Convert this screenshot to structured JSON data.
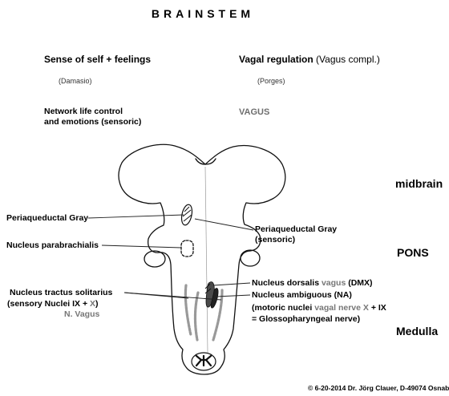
{
  "title": "BRAINSTEM",
  "left_column": {
    "heading": "Sense of self + feelings",
    "source": "(Damasio)",
    "line1": "Network life control",
    "line2_bold": "and emotions ",
    "line2_rest": "(sensoric)"
  },
  "right_column": {
    "heading_bold": "Vagal regulation",
    "heading_rest": " (Vagus compl.)",
    "source": "(Porges)",
    "vagus": "VAGUS"
  },
  "regions": {
    "midbrain": "midbrain",
    "pons": "PONS",
    "medulla": "Medulla"
  },
  "labels": {
    "periaqueductal_left": "Periaqueductal Gray",
    "periaqueductal_right_1": "Periaqueductal Gray",
    "periaqueductal_right_2": "(sensoric)",
    "parabrachialis": "Nucleus parabrachialis",
    "tractus_1": "Nucleus tractus solitarius",
    "tractus_2_a": "(sensory Nuclei IX + ",
    "tractus_2_x": "X",
    "tractus_2_b": ")",
    "n_vagus": "N. Vagus",
    "dorsalis_a": "Nucleus dorsalis ",
    "dorsalis_vagus": "vagus",
    "dorsalis_b": " (DMX)",
    "ambiguous": "Nucleus ambiguous (NA)",
    "motoric_a": "(motoric nuclei ",
    "motoric_vagal": "vagal nerve X",
    "motoric_b": " + IX",
    "glosso": "= Glossopharyngeal nerve)"
  },
  "copyright": "© 6-20-2014 Dr. Jörg Clauer, D-49074 Osnab",
  "colors": {
    "vagus_gray": "#6e6e6e",
    "line": "#111111"
  }
}
